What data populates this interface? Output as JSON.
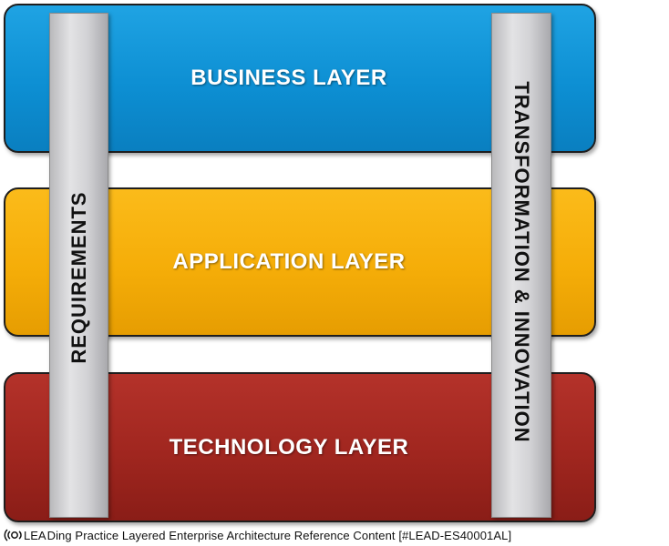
{
  "layers": [
    {
      "label": "BUSINESS LAYER",
      "color": "#0d8fd3"
    },
    {
      "label": "APPLICATION LAYER",
      "color": "#f5ad08"
    },
    {
      "label": "TECHNOLOGY LAYER",
      "color": "#a0261f"
    }
  ],
  "pillars": {
    "left": {
      "label": "REQUIREMENTS"
    },
    "right": {
      "label": "TRANSFORMATION & INNOVATION"
    },
    "color": "#d2d2d5"
  },
  "footer": {
    "logo_text": "LEA",
    "text": "Ding Practice Layered Enterprise Architecture Reference Content [#LEAD-ES40001AL]"
  }
}
